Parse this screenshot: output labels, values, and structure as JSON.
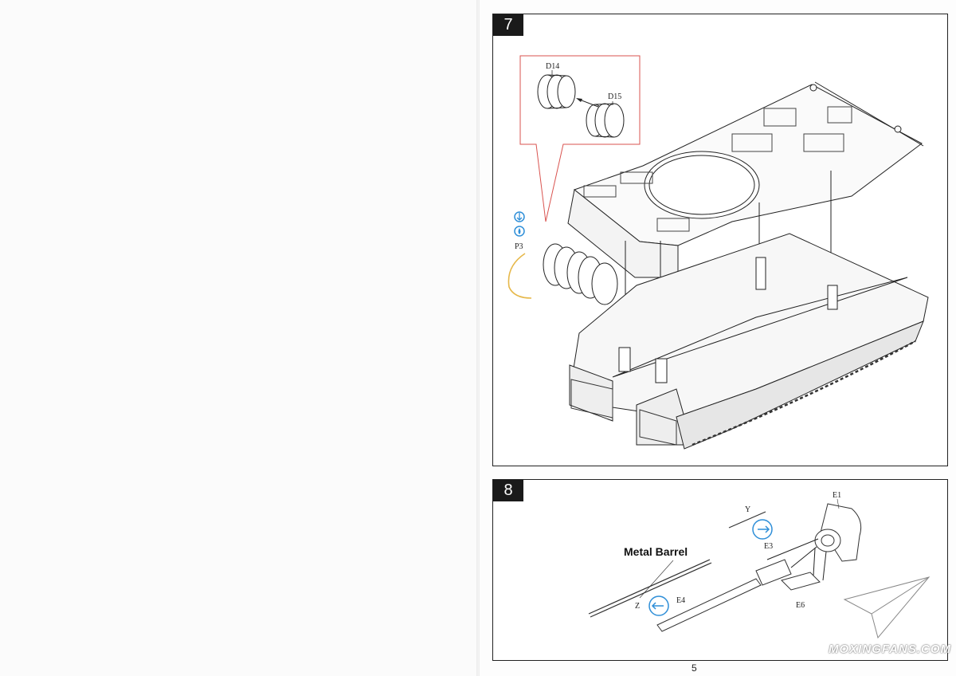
{
  "step7": {
    "number": "7",
    "parts": {
      "d14": "D14",
      "d15": "D15",
      "p3": "P3"
    }
  },
  "step8": {
    "number": "8",
    "metal_barrel": "Metal Barrel",
    "parts": {
      "y": "Y",
      "e1": "E1",
      "e3": "E3",
      "e4": "E4",
      "e6": "E6",
      "z": "Z"
    }
  },
  "page_number": "5",
  "watermark": "MOXINGFANS.COM",
  "colors": {
    "glue_icon": "#2f8fd8",
    "callout_box": "#d9534f",
    "photo_etch_part": "#e6b84a"
  },
  "icons": [
    "glue-drop-icon",
    "photo-etch-icon",
    "arrow-direction-icon"
  ]
}
